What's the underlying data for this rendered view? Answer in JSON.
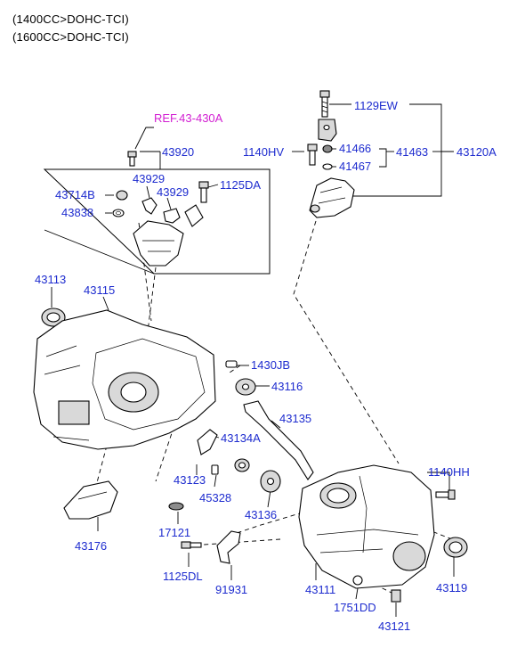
{
  "header": {
    "line1": "(1400CC>DOHC-TCI)",
    "line2": "(1600CC>DOHC-TCI)"
  },
  "reference": "REF.43-430A",
  "parts": {
    "p1129EW": "1129EW",
    "p1140HV": "1140HV",
    "p41466": "41466",
    "p41463": "41463",
    "p43120A": "43120A",
    "p41467": "41467",
    "p43920": "43920",
    "p43929a": "43929",
    "p43929b": "43929",
    "p1125DA": "1125DA",
    "p43714B": "43714B",
    "p43838": "43838",
    "p43113": "43113",
    "p43115": "43115",
    "p1430JB": "1430JB",
    "p43116": "43116",
    "p43135": "43135",
    "p43134A": "43134A",
    "p1140HH": "1140HH",
    "p43123": "43123",
    "p45328": "45328",
    "p43136": "43136",
    "p43176": "43176",
    "p17121": "17121",
    "p1125DL": "1125DL",
    "p91931": "91931",
    "p43111": "43111",
    "p43119": "43119",
    "p1751DD": "1751DD",
    "p43121": "43121"
  },
  "colors": {
    "label": "#1e2ccf",
    "reference": "#d21fd2"
  }
}
